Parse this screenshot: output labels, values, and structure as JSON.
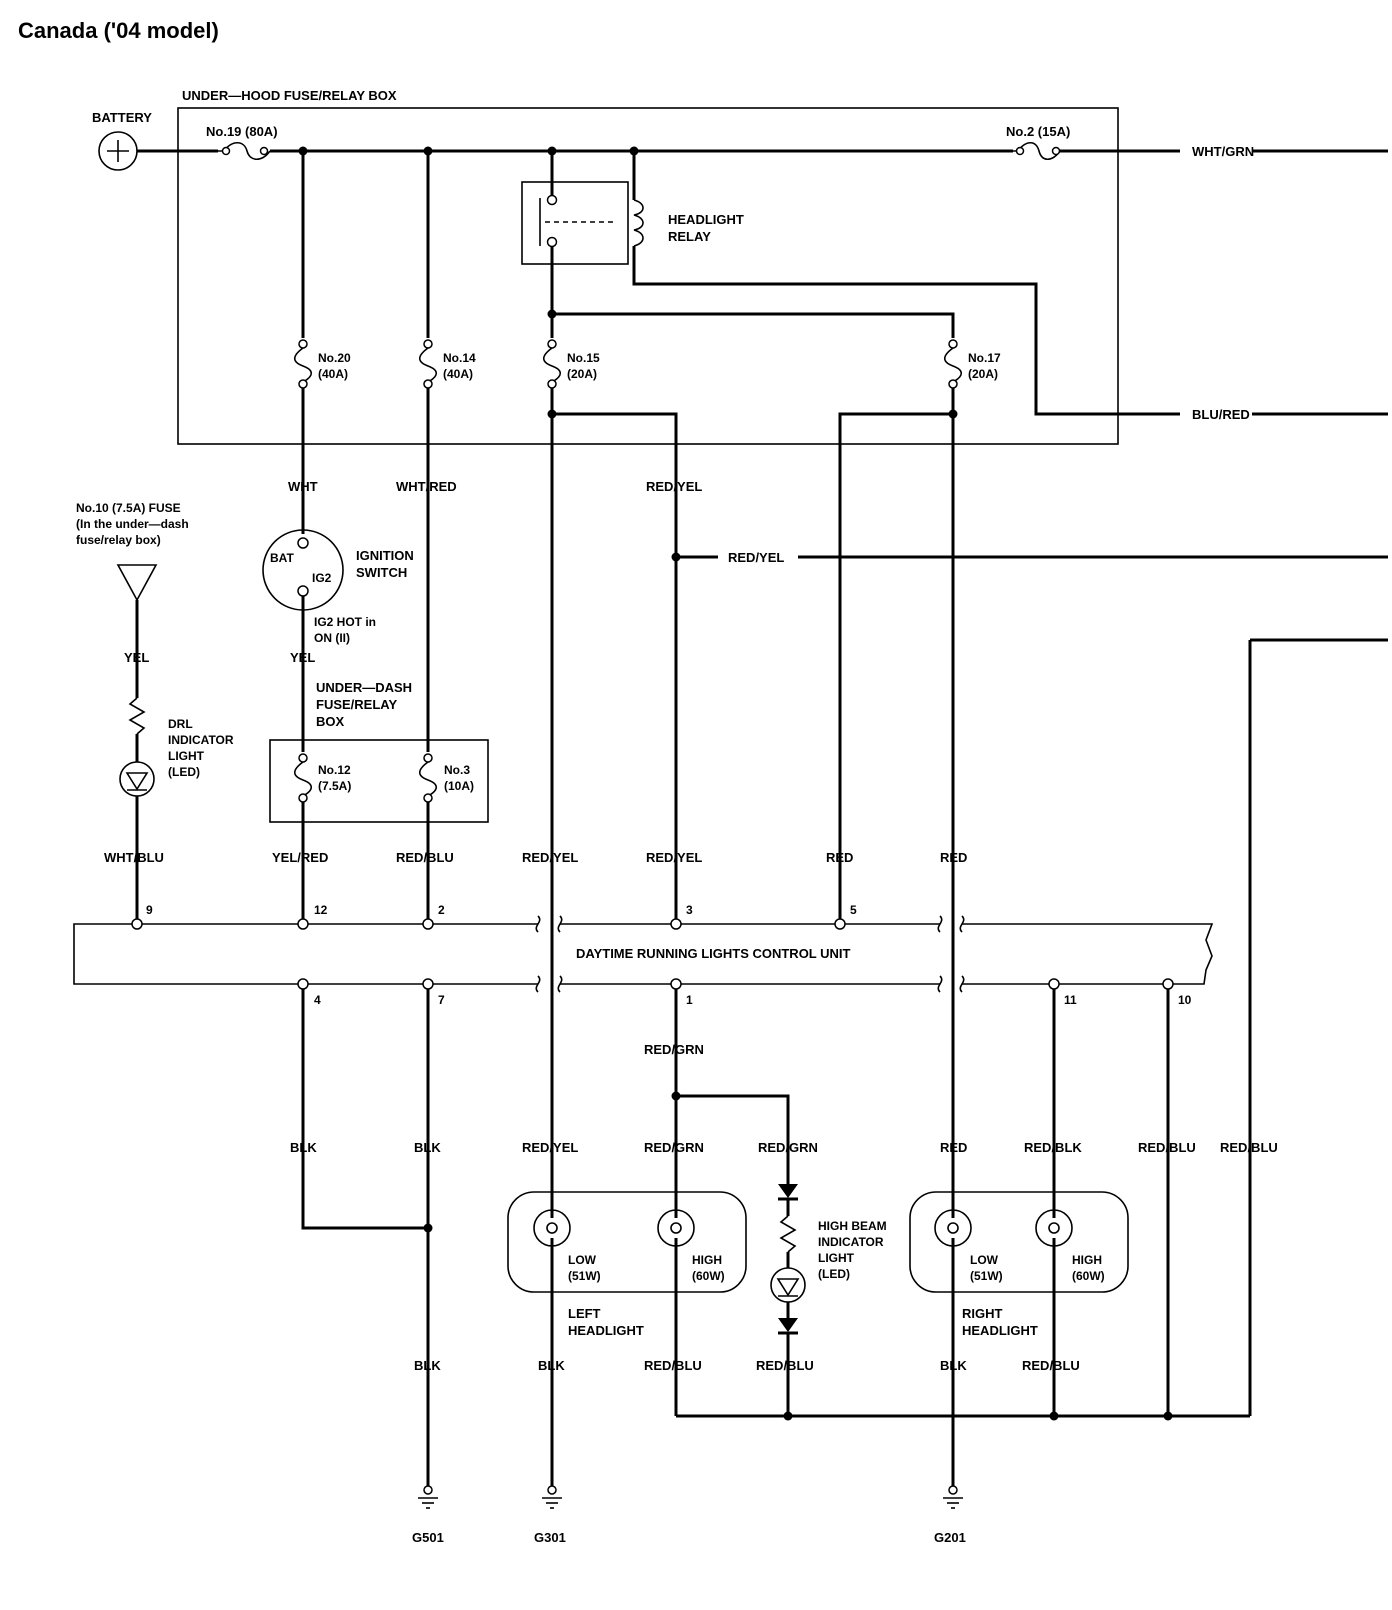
{
  "title": "Canada ('04 model)",
  "battery": {
    "label": "BATTERY",
    "symbol": "+"
  },
  "boxes": {
    "under_hood": "UNDER—HOOD FUSE/RELAY BOX",
    "under_dash": [
      "UNDER—DASH",
      "FUSE/RELAY",
      "BOX"
    ],
    "drl_unit": "DAYTIME RUNNING LIGHTS CONTROL UNIT"
  },
  "relay": [
    "HEADLIGHT",
    "RELAY"
  ],
  "fuses": {
    "no19": "No.19 (80A)",
    "no2": "No.2 (15A)",
    "no20": [
      "No.20",
      "(40A)"
    ],
    "no14": [
      "No.14",
      "(40A)"
    ],
    "no15": [
      "No.15",
      "(20A)"
    ],
    "no17": [
      "No.17",
      "(20A)"
    ],
    "no12": [
      "No.12",
      "(7.5A)"
    ],
    "no3": [
      "No.3",
      "(10A)"
    ],
    "no10": [
      "No.10 (7.5A) FUSE",
      "(In the under—dash",
      "fuse/relay box)"
    ]
  },
  "ignition": {
    "bat": "BAT",
    "ig2": "IG2",
    "label": [
      "IGNITION",
      "SWITCH"
    ],
    "note": [
      "IG2 HOT in",
      "ON (II)"
    ]
  },
  "drl_indicator": [
    "DRL",
    "INDICATOR",
    "LIGHT",
    "(LED)"
  ],
  "high_beam_indicator": [
    "HIGH BEAM",
    "INDICATOR",
    "LIGHT",
    "(LED)"
  ],
  "wires": {
    "wht_grn": "WHT/GRN",
    "blu_red": "BLU/RED",
    "wht": "WHT",
    "wht_red": "WHT/RED",
    "red_yel": "RED/YEL",
    "red_yel_branch": "RED/YEL",
    "yel_a": "YEL",
    "yel_b": "YEL",
    "wht_blu": "WHT/BLU",
    "yel_red": "YEL/RED",
    "red_blu_a": "RED/BLU",
    "red_yel_a": "RED/YEL",
    "red_yel_b": "RED/YEL",
    "red_a": "RED",
    "red_b": "RED",
    "red_grn_a": "RED/GRN",
    "blk_a": "BLK",
    "blk_b": "BLK",
    "red_yel_c": "RED/YEL",
    "red_grn_b": "RED/GRN",
    "red_grn_c": "RED/GRN",
    "red_c": "RED",
    "red_blk": "RED/BLK",
    "red_blu_b": "RED/BLU",
    "red_blu_c": "RED/BLU",
    "blk_c": "BLK",
    "blk_d": "BLK",
    "red_blu_d": "RED/BLU",
    "red_blu_e": "RED/BLU",
    "blk_e": "BLK",
    "red_blu_f": "RED/BLU"
  },
  "pins": {
    "p9": "9",
    "p12": "12",
    "p2": "2",
    "p3": "3",
    "p5": "5",
    "p4": "4",
    "p7": "7",
    "p1": "1",
    "p11": "11",
    "p10": "10"
  },
  "left_headlight": {
    "name": [
      "LEFT",
      "HEADLIGHT"
    ],
    "low": [
      "LOW",
      "(51W)"
    ],
    "high": [
      "HIGH",
      "(60W)"
    ]
  },
  "right_headlight": {
    "name": [
      "RIGHT",
      "HEADLIGHT"
    ],
    "low": [
      "LOW",
      "(51W)"
    ],
    "high": [
      "HIGH",
      "(60W)"
    ]
  },
  "grounds": {
    "g501": "G501",
    "g301": "G301",
    "g201": "G201"
  }
}
